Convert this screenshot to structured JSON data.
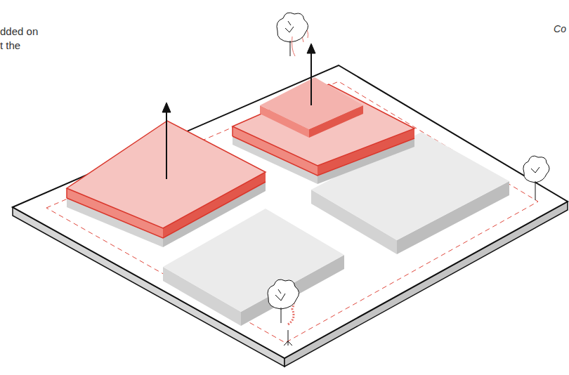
{
  "diagram": {
    "labels": [
      "dded on",
      "t the",
      "Co"
    ]
  }
}
